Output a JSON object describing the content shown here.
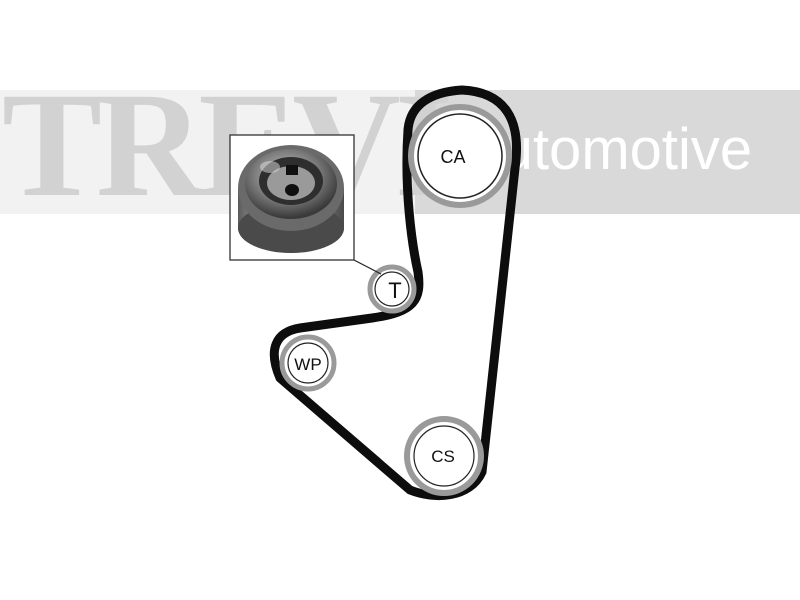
{
  "watermark": {
    "logo": "TREVI",
    "tagline": "Automotive"
  },
  "diagram": {
    "pulleys": {
      "camshaft": "CA",
      "tensioner": "T",
      "water_pump": "WP",
      "crankshaft": "CS"
    }
  },
  "colors": {
    "belt": "#0d0d0d",
    "pulley_rim": "#9a9a9a",
    "watermark_light": "#d2d2d2",
    "watermark_band": "#d9d9d9"
  }
}
